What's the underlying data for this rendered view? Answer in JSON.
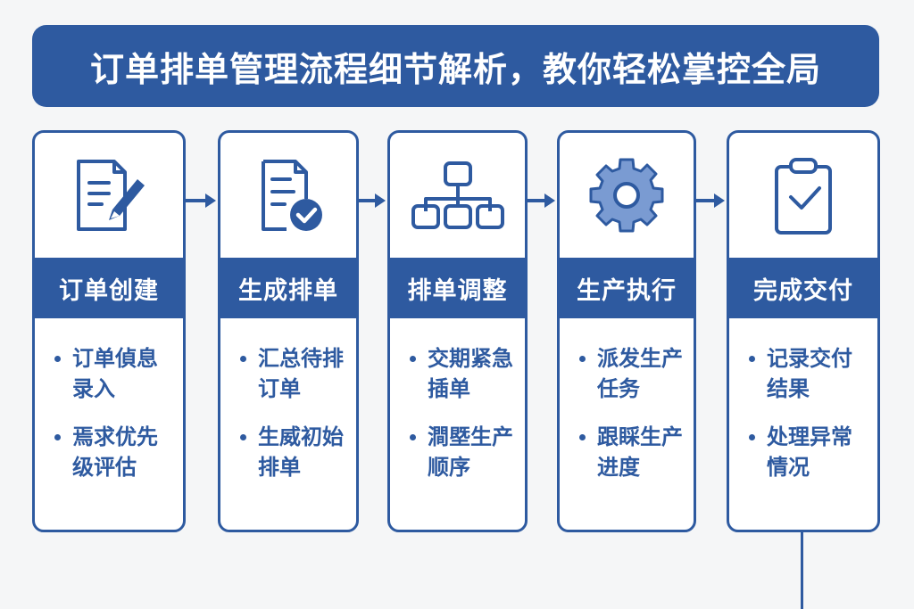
{
  "title": "订单排单管理流程细节解析，教你轻松掌控全局",
  "colors": {
    "primary": "#2e5aa0",
    "gear_fill": "#7a9bd2",
    "background": "#f5f6f7",
    "card_bg": "#ffffff",
    "label_text": "#ffffff"
  },
  "steps": [
    {
      "icon": "document-edit-icon",
      "label": "订单创建",
      "bullets": [
        "订单偵息录入",
        "焉求优先级评估"
      ]
    },
    {
      "icon": "document-check-icon",
      "label": "生成排单",
      "bullets": [
        "汇总待排订单",
        "生威初始排单"
      ]
    },
    {
      "icon": "hierarchy-icon",
      "label": "排单调整",
      "bullets": [
        "交期紧急插单",
        "澗塈生产顺序"
      ]
    },
    {
      "icon": "gear-icon",
      "label": "生产执行",
      "bullets": [
        "派发生产任务",
        "跟睬生产进度"
      ]
    },
    {
      "icon": "clipboard-check-icon",
      "label": "完成交付",
      "bullets": [
        "记录交付结果",
        "处理异常情况"
      ]
    }
  ]
}
